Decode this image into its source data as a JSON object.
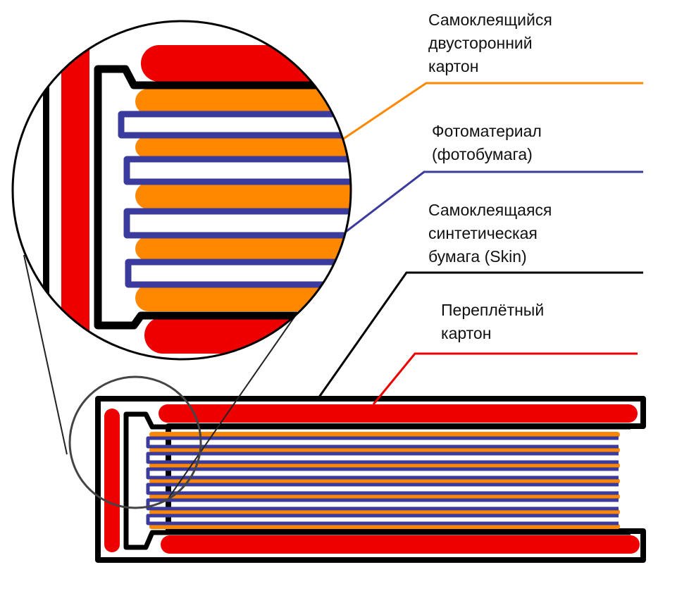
{
  "colors": {
    "adhesive_cardboard": "#FF8800",
    "photo_material": "#3B3B9E",
    "skin_paper": "#000000",
    "binding_board": "#EE0000"
  },
  "labels": {
    "adhesive_cardboard": [
      "Самоклеящийся",
      "двусторонний",
      "картон"
    ],
    "photo_material": [
      "Фотоматериал",
      "(фотобумага)"
    ],
    "skin_paper": [
      "Самоклеящаяся",
      "синтетическая",
      "бумага (Skin)"
    ],
    "binding_board": [
      "Переплётный",
      "картон"
    ]
  }
}
